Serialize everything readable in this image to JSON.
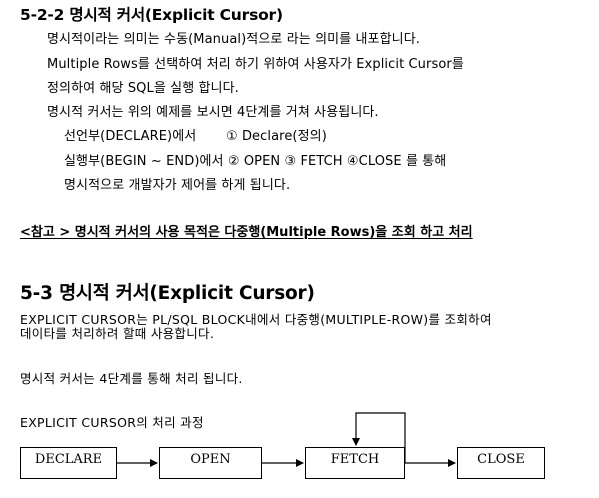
{
  "section_522": {
    "heading": "5-2-2 명시적 커서(Explicit Cursor)",
    "lines": [
      "명시적이라는 의미는 수동(Manual)적으로 라는 의미를 내포합니다.",
      "Multiple Rows를 선택하여 처리 하기 위하여 사용자가 Explicit Cursor를",
      "정의하여 해당 SQL을 실행 합니다.",
      "명시적 커서는 위의 예제를 보시면 4단계를 거쳐 사용됩니다."
    ],
    "steps": [
      "선언부(DECLARE)에서       ① Declare(정의)",
      "실행부(BEGIN ~ END)에서 ② OPEN ③ FETCH ④CLOSE 를 통해",
      "명시적으로 개발자가 제어를 하게 됩니다."
    ]
  },
  "note": {
    "prefix": "<참고 > ",
    "text": "명시적 커서의 사용 목적은 다중행(Multiple Rows)을 조회 하고 처리"
  },
  "section_53": {
    "heading": "5-3 명시적 커서(Explicit Cursor)",
    "desc_line1": "EXPLICIT CURSOR는 PL/SQL BLOCK내에서 다중행(MULTIPLE-ROW)를 조회하여",
    "desc_line2": "데이타를 처리하려 할때 사용합니다.",
    "steps_line": "명시적 커서는 4단계를 통해 처리 됩니다.",
    "process_title": "EXPLICIT CURSOR의 처리 과정"
  },
  "flow": {
    "declare": "DECLARE",
    "open": "OPEN",
    "fetch": "FETCH",
    "close": "CLOSE"
  }
}
